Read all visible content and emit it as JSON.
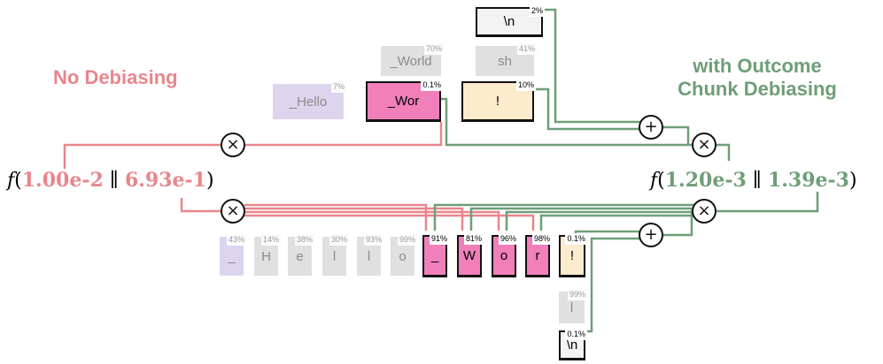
{
  "titles": {
    "left": "No Debiasing",
    "right_line1": "with Outcome",
    "right_line2": "Chunk Debiasing"
  },
  "colors": {
    "red": "#e8868c",
    "green": "#6f9e78",
    "pink": "#f07fba",
    "cream": "#fcebcc",
    "purple_faded": "#ddd5ee",
    "gray_faded": "#e0e0e0"
  },
  "functions": {
    "left": {
      "f": "f",
      "open": "(",
      "a": "1.00e-2",
      "sep": " ∥ ",
      "b": "6.93e-1",
      "close": ")"
    },
    "right": {
      "f": "f",
      "open": "(",
      "a": "1.20e-3",
      "sep": " ∥ ",
      "b": "1.39e-3",
      "close": ")"
    }
  },
  "operators": {
    "multiply": "×",
    "add": "+"
  },
  "tokens": {
    "sequence": [
      {
        "label": "_",
        "pct": "43%"
      },
      {
        "label": "H",
        "pct": "14%"
      },
      {
        "label": "e",
        "pct": "38%"
      },
      {
        "label": "l",
        "pct": "30%"
      },
      {
        "label": "l",
        "pct": "93%"
      },
      {
        "label": "o",
        "pct": "99%"
      },
      {
        "label": "_",
        "pct": "91%"
      },
      {
        "label": "W",
        "pct": "81%"
      },
      {
        "label": "o",
        "pct": "96%"
      },
      {
        "label": "r",
        "pct": "98%"
      },
      {
        "label": "!",
        "pct": "0.1%"
      }
    ],
    "after_exclaim": [
      {
        "label": "l",
        "pct": "99%"
      },
      {
        "label": "\\n",
        "pct": "0.1%"
      }
    ],
    "top": {
      "hello": {
        "label": "_Hello",
        "pct": "7%"
      },
      "world": {
        "label": "_World",
        "pct": "70%"
      },
      "wor": {
        "label": "_Wor",
        "pct": "0.1%"
      },
      "sh": {
        "label": "sh",
        "pct": "41%"
      },
      "excl": {
        "label": "!",
        "pct": "10%"
      },
      "nl": {
        "label": "\\n",
        "pct": "2%"
      }
    }
  }
}
